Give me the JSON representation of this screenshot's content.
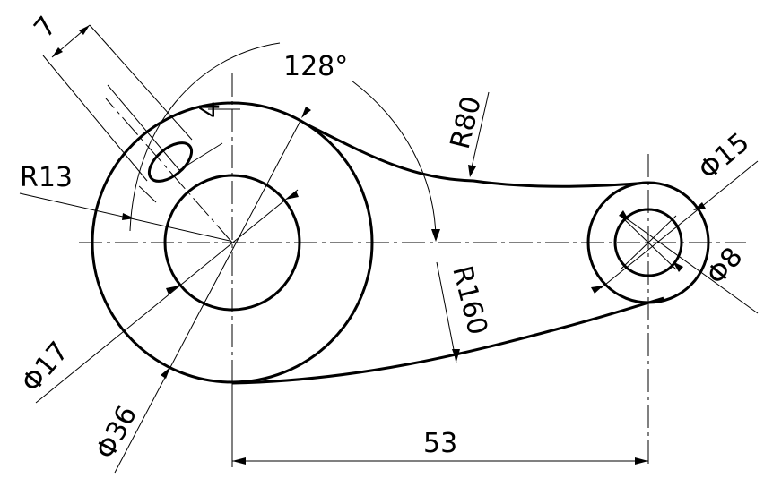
{
  "dimensions": {
    "slot_offset": "7",
    "slot_width": "4",
    "angle": "128°",
    "radius_slot": "R13",
    "radius_upper_arc": "R80",
    "radius_lower_arc": "R160",
    "diameter_small_outer": "Φ15",
    "diameter_small_inner": "Φ8",
    "diameter_big_inner": "Φ17",
    "diameter_big_outer": "Φ36",
    "center_distance": "53"
  },
  "colors": {
    "line": "#000000",
    "background": "#ffffff"
  }
}
